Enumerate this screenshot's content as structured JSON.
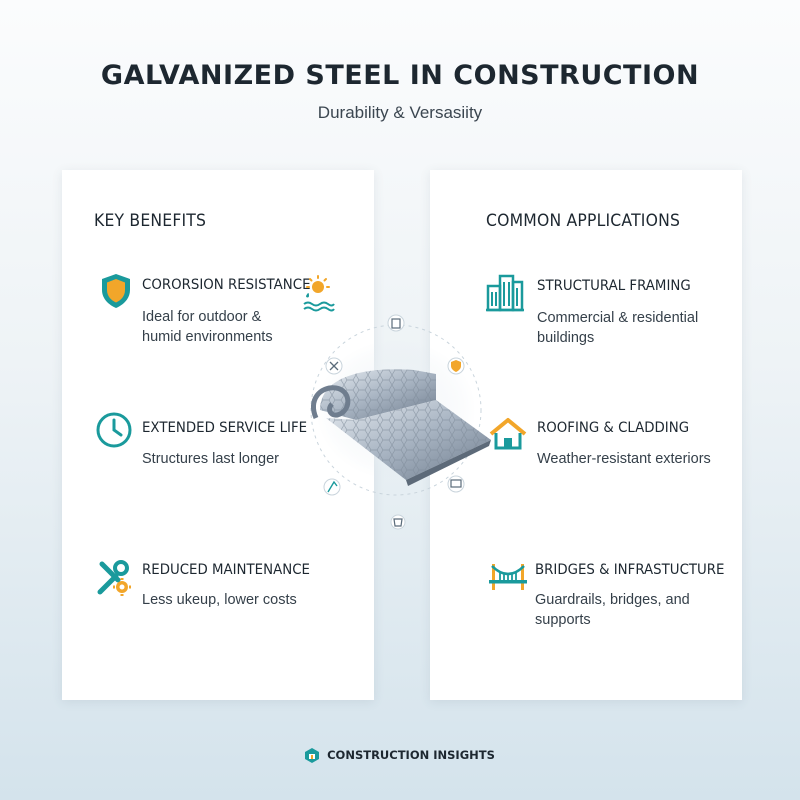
{
  "header": {
    "title": "GALVANIZED STEEL IN CONSTRUCTION",
    "subtitle": "Durability & Versasiity"
  },
  "benefits": {
    "heading": "KEY BENEFITS",
    "items": [
      {
        "title": "CORORSION RESISTANCE",
        "desc1": "Ideal for outdoor &",
        "desc2": "humid environments",
        "icon": "shield-icon"
      },
      {
        "title": "EXTENDED SERVICE LIFE",
        "desc1": "Structures last longer",
        "icon": "clock-icon"
      },
      {
        "title": "REDUCED MAINTENANCE",
        "desc1": "Less ukeup, lower costs",
        "icon": "wrench-gear-icon"
      }
    ]
  },
  "applications": {
    "heading": "COMMON APPLICATIONS",
    "items": [
      {
        "title": "STRUCTURAL FRAMING",
        "desc1": "Commercial & residential buildings",
        "icon": "building-icon"
      },
      {
        "title": "ROOFING & CLADDING",
        "desc1": "Weather-resistant exteriors",
        "icon": "house-icon"
      },
      {
        "title": "BRIDGES & INFRASTUCTURE",
        "desc1": "Guardrails, bridges, and supports",
        "icon": "bridge-icon"
      }
    ]
  },
  "footer": {
    "brand": "CONSTRUCTION INSIGHTS"
  },
  "colors": {
    "teal": "#1a9a9c",
    "orange": "#f2a62a",
    "steel": "#8e9bab"
  }
}
